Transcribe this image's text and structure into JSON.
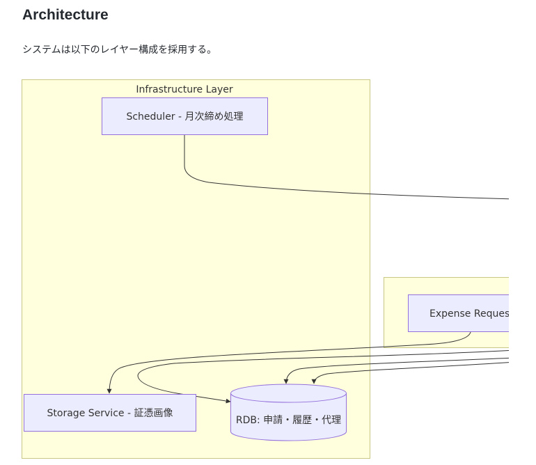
{
  "page": {
    "title": "Architecture",
    "intro": "システムは以下のレイヤー構成を採用する。"
  },
  "diagram": {
    "subgraphs": {
      "infrastructure": {
        "label": "Infrastructure Layer"
      },
      "application": {
        "label": ""
      }
    },
    "nodes": {
      "scheduler": "Scheduler - 月次締め処理",
      "expense_request": "Expense Request",
      "storage_service": "Storage Service - 証憑画像",
      "rdb": "RDB: 申請・履歴・代理"
    },
    "colors": {
      "subgraph_fill": "#ffffde",
      "subgraph_stroke": "#c8c884",
      "node_fill": "#ececff",
      "node_stroke": "#9370db",
      "edge": "#333333"
    }
  }
}
